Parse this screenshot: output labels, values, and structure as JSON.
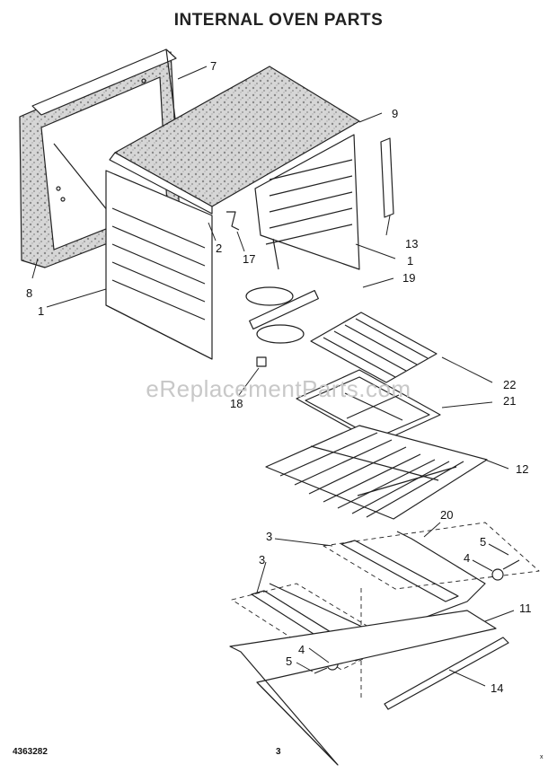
{
  "title": "INTERNAL OVEN PARTS",
  "watermark": "eReplacementParts.com",
  "footer": {
    "doc_number": "4363282",
    "page": "3",
    "mark": "x"
  },
  "callouts": {
    "c7": "7",
    "c9": "9",
    "c8": "8",
    "c1a": "1",
    "c2": "2",
    "c17": "17",
    "c1b": "1",
    "c13": "13",
    "c19": "19",
    "c18": "18",
    "c22": "22",
    "c21": "21",
    "c12": "12",
    "c20": "20",
    "c3a": "3",
    "c5a": "5",
    "c4a": "4",
    "c3b": "3",
    "c11": "11",
    "c4b": "4",
    "c5b": "5",
    "c14": "14"
  }
}
